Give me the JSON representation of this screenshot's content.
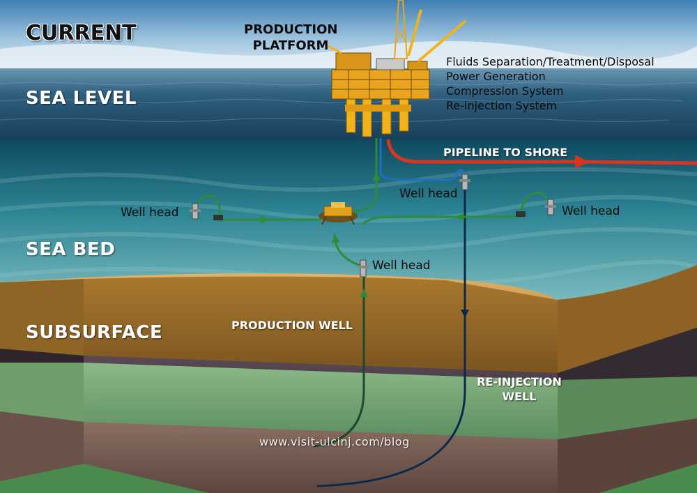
{
  "zones": {
    "current": "CURRENT",
    "sea_level": "SEA LEVEL",
    "sea_bed": "SEA BED",
    "subsurface": "SUBSURFACE"
  },
  "platform": {
    "title_line1": "PRODUCTION",
    "title_line2": "PLATFORM",
    "functions": [
      "Fluids Separation/Treatment/Disposal",
      "Power Generation",
      "Compression System",
      "Re-injection System"
    ]
  },
  "pipeline": {
    "label": "PIPELINE TO SHORE"
  },
  "well_heads": [
    "Well head",
    "Well head",
    "Well head",
    "Well head"
  ],
  "wells": {
    "production": "PRODUCTION WELL",
    "reinjection_line1": "RE-INJECTION",
    "reinjection_line2": "WELL"
  },
  "watermark": "www.visit-ulcinj.com/blog",
  "colors": {
    "production_flow": "#2e8b3a",
    "reinjection_flow": "#1f6fc4",
    "pipeline": "#d7351f",
    "deep_line": "#0b2a4a",
    "platform": "#f2b21b"
  }
}
